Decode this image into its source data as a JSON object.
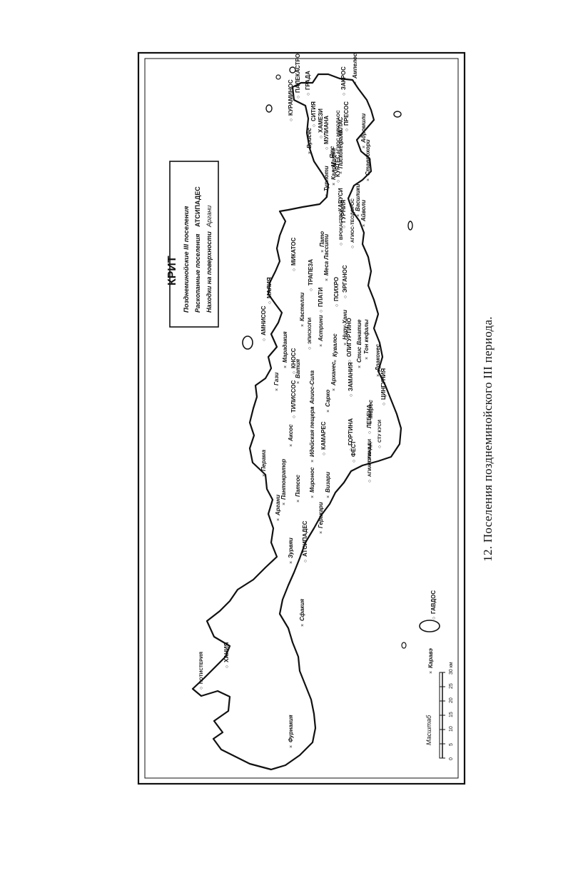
{
  "caption": "12. Поселения позднеминойского III периода.",
  "legend": {
    "title": "КРИТ",
    "row1": "Позднеминойские III поселения",
    "row2": "Раскопанные поселения",
    "row2_example": "АТСИПАДЕС",
    "row3": "Находки на поверхности",
    "row3_example": "Аргани"
  },
  "scale": {
    "label": "Масштаб",
    "ticks": [
      "0",
      "5",
      "10",
      "15",
      "20",
      "25",
      "30 км"
    ]
  },
  "places": [
    {
      "id": "atsipades",
      "text": "АТСИПАДЕС",
      "cls": "lbl"
    },
    {
      "id": "agia-triada",
      "text": "АГИА-ТРИАДА",
      "cls": "lbl-s"
    },
    {
      "id": "argani",
      "text": "Аргани",
      "cls": "lbl-i"
    },
    {
      "id": "pantokrator",
      "text": "Пантократор",
      "cls": "lbl-i"
    },
    {
      "id": "gerakari",
      "text": "Геракари",
      "cls": "lbl-i"
    },
    {
      "id": "patsos",
      "text": "Патсос",
      "cls": "lbl-i"
    },
    {
      "id": "zurvi",
      "text": "Зурвяи",
      "cls": "lbl-i"
    },
    {
      "id": "perama",
      "text": "Перама",
      "cls": "lbl-i"
    },
    {
      "id": "axos",
      "text": "Аксос",
      "cls": "lbl-i"
    },
    {
      "id": "idea",
      "text": "Идейская пещера",
      "cls": "lbl-i"
    },
    {
      "id": "kamares",
      "text": "КАМАРЕС",
      "cls": "lbl"
    },
    {
      "id": "vizari",
      "text": "Визари",
      "cls": "lbl-i"
    },
    {
      "id": "mironos",
      "text": "Миронос",
      "cls": "lbl-i"
    },
    {
      "id": "tilisos",
      "text": "ТИЛИССОС",
      "cls": "lbl"
    },
    {
      "id": "gazi",
      "text": "Гази",
      "cls": "lbl-i"
    },
    {
      "id": "knossos",
      "text": "КНОСС",
      "cls": "lbl"
    },
    {
      "id": "vatiya",
      "text": "Ватия",
      "cls": "lbl-i"
    },
    {
      "id": "agios-silas",
      "text": "Агиос-Сила",
      "cls": "lbl-i"
    },
    {
      "id": "sarko",
      "text": "Сарко",
      "cls": "lbl-i"
    },
    {
      "id": "arkhanes",
      "text": "Арханес",
      "cls": "lbl-i"
    },
    {
      "id": "zamania",
      "text": "ЗАМАНИЯ",
      "cls": "lbl"
    },
    {
      "id": "episkopi",
      "text": "ЭПИСКОПИ",
      "cls": "lbl-s"
    },
    {
      "id": "astrini",
      "text": "Астрини",
      "cls": "lbl-i"
    },
    {
      "id": "kuvolos",
      "text": "Кувалос",
      "cls": "lbl-i"
    },
    {
      "id": "nirou-khani",
      "text": "Ниру-Хани",
      "cls": "lbl-i"
    },
    {
      "id": "amnisos",
      "text": "АМНИСОС",
      "cls": "lbl"
    },
    {
      "id": "maradakia",
      "text": "Марадакия",
      "cls": "lbl-i"
    },
    {
      "id": "malia",
      "text": "МАЛИЯ",
      "cls": "lbl"
    },
    {
      "id": "mokhos",
      "text": "МИКАТОС",
      "cls": "lbl"
    },
    {
      "id": "plati",
      "text": "ПЛАТИ",
      "cls": "lbl"
    },
    {
      "id": "trapeza",
      "text": "ТРАПЕЗА",
      "cls": "lbl"
    },
    {
      "id": "psykhro",
      "text": "ПСИХРО",
      "cls": "lbl"
    },
    {
      "id": "kastelli",
      "text": "Кастелли",
      "cls": "lbl-i"
    },
    {
      "id": "erganos",
      "text": "ЭРГАНОС",
      "cls": "lbl"
    },
    {
      "id": "olivgurtino",
      "text": "ОЛИГУРТИНО",
      "cls": "lbl"
    },
    {
      "id": "stis",
      "text": "Стис Ванатие",
      "cls": "lbl-i"
    },
    {
      "id": "kefala",
      "text": "Тон кефалы",
      "cls": "lbl-i"
    },
    {
      "id": "gortina",
      "text": "ГОРТИНА",
      "cls": "lbl"
    },
    {
      "id": "festos",
      "text": "ФЕСТ",
      "cls": "lbl"
    },
    {
      "id": "loginadi",
      "text": "ЛОГИНАДИ",
      "cls": "lbl-s"
    },
    {
      "id": "stu-kusi",
      "text": "СТУ КУСИ",
      "cls": "lbl-s"
    },
    {
      "id": "lenda",
      "text": "ЛЕБЕНА",
      "cls": "lbl"
    },
    {
      "id": "tsingunia",
      "text": "ЦИНГУНИЯ",
      "cls": "lbl"
    },
    {
      "id": "drakones",
      "text": "Драконес",
      "cls": "lbl-i"
    },
    {
      "id": "moiros",
      "text": "Мирос",
      "cls": "lbl-i"
    },
    {
      "id": "patsi",
      "text": "Пато",
      "cls": "lbl-i"
    },
    {
      "id": "messa",
      "text": "Меса Лассити",
      "cls": "lbl-i"
    },
    {
      "id": "kavusi",
      "text": "КАВУСИ",
      "cls": "lbl"
    },
    {
      "id": "gurnia",
      "text": "ГУРНИЯ",
      "cls": "lbl"
    },
    {
      "id": "vrokastro",
      "text": "ВРОКАСТРО",
      "cls": "lbl-s"
    },
    {
      "id": "agios-theodoros",
      "text": "АГИОС-ТЕОДОРОС",
      "cls": "lbl-s"
    },
    {
      "id": "vasiliki",
      "text": "Василики",
      "cls": "lbl-i"
    },
    {
      "id": "aivoli",
      "text": "Айволи",
      "cls": "lbl-i"
    },
    {
      "id": "tureloi",
      "text": "Турлоти",
      "cls": "lbl-i"
    },
    {
      "id": "muliana",
      "text": "МУЛИАНА",
      "cls": "lbl"
    },
    {
      "id": "sitiya",
      "text": "СИТИЯ",
      "cls": "lbl"
    },
    {
      "id": "khamezi",
      "text": "ХАМЕЗИ",
      "cls": "lbl"
    },
    {
      "id": "piskokefalo",
      "text": "Пискокефало",
      "cls": "lbl-i"
    },
    {
      "id": "vrisses",
      "text": "Врисес",
      "cls": "lbl-i"
    },
    {
      "id": "praisos",
      "text": "ПРЕСОС",
      "cls": "lbl"
    },
    {
      "id": "khalas",
      "text": "ХАЛАС",
      "cls": "lbl"
    },
    {
      "id": "kurtes",
      "text": "КУРТЕС",
      "cls": "lbl"
    },
    {
      "id": "palekastro",
      "text": "ПАЛЕКАСТРО",
      "cls": "lbl"
    },
    {
      "id": "zakros",
      "text": "ЗАКРОС",
      "cls": "lbl"
    },
    {
      "id": "agios-nikolaos",
      "text": "АГИОС НИКОЛАОС",
      "cls": "lbl-s"
    },
    {
      "id": "kuramandos",
      "text": "КУРАМИНОС",
      "cls": "lbl"
    },
    {
      "id": "grada",
      "text": "ГРАДА",
      "cls": "lbl"
    },
    {
      "id": "ampelos",
      "text": "Ампелос",
      "cls": "lbl-i"
    },
    {
      "id": "aerokamisu",
      "text": "Адромили",
      "cls": "lbl-i"
    },
    {
      "id": "kaloi",
      "text": "Калои",
      "cls": "lbl-i"
    },
    {
      "id": "stavrokhori",
      "text": "Ставрохори",
      "cls": "lbl-i"
    },
    {
      "id": "mayamaha",
      "text": "Маяма",
      "cls": "lbl-i"
    },
    {
      "id": "dikhalo",
      "text": "Ятс",
      "cls": "lbl-i"
    },
    {
      "id": "khania",
      "text": "ХАНИЯ",
      "cls": "lbl"
    },
    {
      "id": "potisteria",
      "text": "ПОТИСТЕРИЯ",
      "cls": "lbl-s"
    },
    {
      "id": "sfakia",
      "text": "Сфакия",
      "cls": "lbl-i"
    },
    {
      "id": "furnakia",
      "text": "Фурнакия",
      "cls": "lbl-i"
    },
    {
      "id": "gavdos",
      "text": "ГАВДОС",
      "cls": "lbl"
    },
    {
      "id": "karavi",
      "text": "Каравэ",
      "cls": "lbl-i"
    }
  ]
}
